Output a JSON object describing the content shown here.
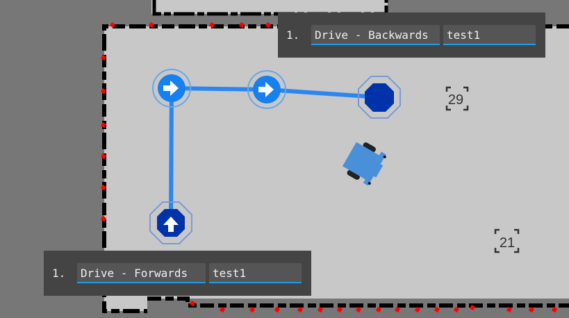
{
  "field": {
    "tags": [
      {
        "id": "29"
      },
      {
        "id": "21"
      }
    ],
    "path_color": "#2a86f0",
    "stop_color": "#0033aa",
    "robot_color": "#4a90d9"
  },
  "panels": [
    {
      "index": "1.",
      "action": "Drive - Backwards",
      "name": "test1"
    },
    {
      "index": "1.",
      "action": "Drive - Forwards",
      "name": "test1"
    }
  ]
}
